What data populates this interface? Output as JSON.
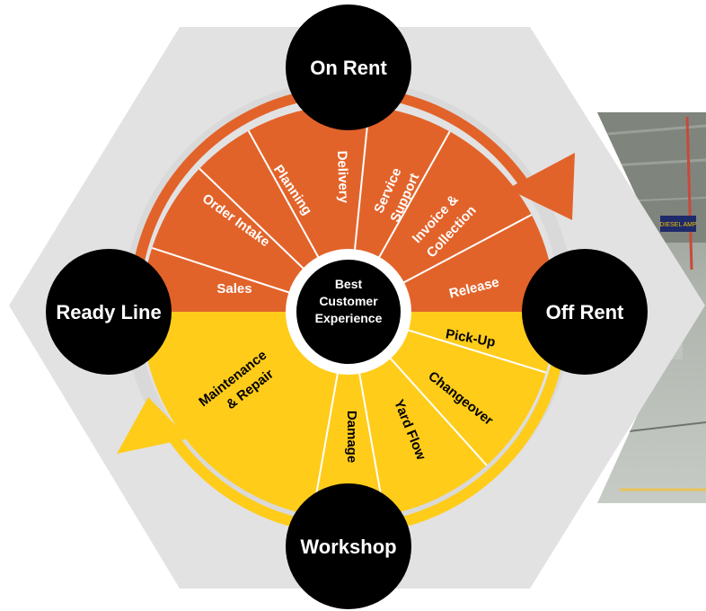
{
  "colors": {
    "orange": "#E2632A",
    "yellow": "#FFCC1A",
    "hexagon": "#E2E2E3",
    "node": "#000000",
    "ring": "#D9D9D9",
    "separator": "#FFFFFF",
    "white_text": "#FFFFFF",
    "dark_text": "#000000"
  },
  "center": {
    "lines": [
      "Best",
      "Customer",
      "Experience"
    ]
  },
  "nodes": {
    "on_rent": "On Rent",
    "off_rent": "Off Rent",
    "workshop": "Workshop",
    "ready_line": "Ready Line"
  },
  "segments": {
    "sales": "Sales",
    "order_intake": "Order Intake",
    "planning": "Planning",
    "delivery": "Delivery",
    "service_support": [
      "Service",
      "Support"
    ],
    "invoice_collection": [
      "Invoice &",
      "Collection"
    ],
    "release": "Release",
    "pick_up": "Pick-Up",
    "changeover": "Changeover",
    "yard_flow": "Yard Flow",
    "damage": "Damage",
    "maintenance_repair": [
      "Maintenance",
      "& Repair"
    ]
  },
  "photo": {
    "sign_text": "DIESEL AMP"
  }
}
